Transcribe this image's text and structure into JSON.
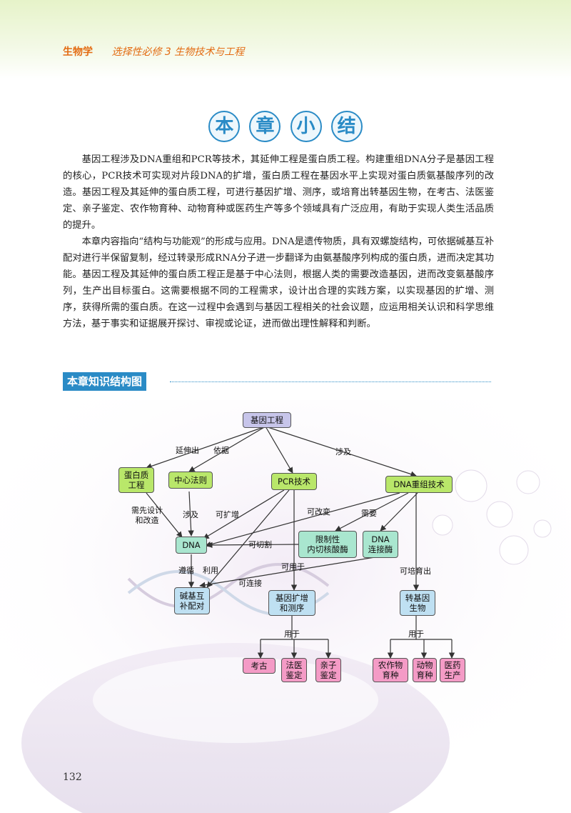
{
  "header": {
    "subject": "生物学",
    "book": "选择性必修 3   生物技术与工程"
  },
  "title_chars": [
    "本",
    "章",
    "小",
    "结"
  ],
  "paragraphs": [
    "基因工程涉及DNA重组和PCR等技术，其延伸工程是蛋白质工程。构建重组DNA分子是基因工程的核心，PCR技术可实现对片段DNA的扩增，蛋白质工程在基因水平上实现对蛋白质氨基酸序列的改造。基因工程及其延伸的蛋白质工程，可进行基因扩增、测序，或培育出转基因生物，在考古、法医鉴定、亲子鉴定、农作物育种、动物育种或医药生产等多个领域具有广泛应用，有助于实现人类生活品质的提升。",
    "本章内容指向“结构与功能观”的形成与应用。DNA是遗传物质，具有双螺旋结构，可依据碱基互补配对进行半保留复制，经过转录形成RNA分子进一步翻译为由氨基酸序列构成的蛋白质，进而决定其功能。基因工程及其延伸的蛋白质工程正是基于中心法则，根据人类的需要改造基因，进而改变氨基酸序列，生产出目标蛋白。这需要根据不同的工程需求，设计出合理的实践方案，以实现基因的扩增、测序，获得所需的蛋白质。在这一过程中会遇到与基因工程相关的社会议题，应运用相关认识和科学思维方法，基于事实和证据展开探讨、审视或论证，进而做出理性解释和判断。"
  ],
  "section_title": "本章知识结构图",
  "concept_map": {
    "nodes": {
      "root": "基因工程",
      "protein": "蛋白质\n工程",
      "central": "中心法则",
      "pcr": "PCR技术",
      "recomb": "DNA重组技术",
      "dna": "DNA",
      "enzyme": "限制性\n内切核酸酶",
      "ligase": "DNA\n连接酶",
      "pairing": "碱基互\n补配对",
      "seq": "基因扩增\n和测序",
      "transgenic": "转基因\n生物",
      "archaeology": "考古",
      "forensic": "法医\n鉴定",
      "paternity": "亲子\n鉴定",
      "crop": "农作物\n育种",
      "animal": "动物\n育种",
      "medicine": "医药\n生产"
    },
    "labels": {
      "extend": "延伸出",
      "basis": "依据",
      "involve": "涉及",
      "design": "需先设计\n和改造",
      "involve2": "涉及",
      "amplify": "可扩增",
      "modify": "可改变",
      "need": "需要",
      "cut": "可切割",
      "follow": "遵循",
      "use": "利用",
      "connect": "可连接",
      "usedfor": "可用于",
      "cultivate": "可培育出",
      "usedin1": "用于",
      "usedin2": "用于"
    }
  },
  "page_number": "132",
  "colors": {
    "accent": "#2a8bc6",
    "header_text": "#e36b12",
    "node_root": "#c7c5ea",
    "node_green": "#b9e76a",
    "node_teal": "#a9e6cf",
    "node_blue": "#bfe0f2",
    "node_pink": "#f49bc6"
  }
}
